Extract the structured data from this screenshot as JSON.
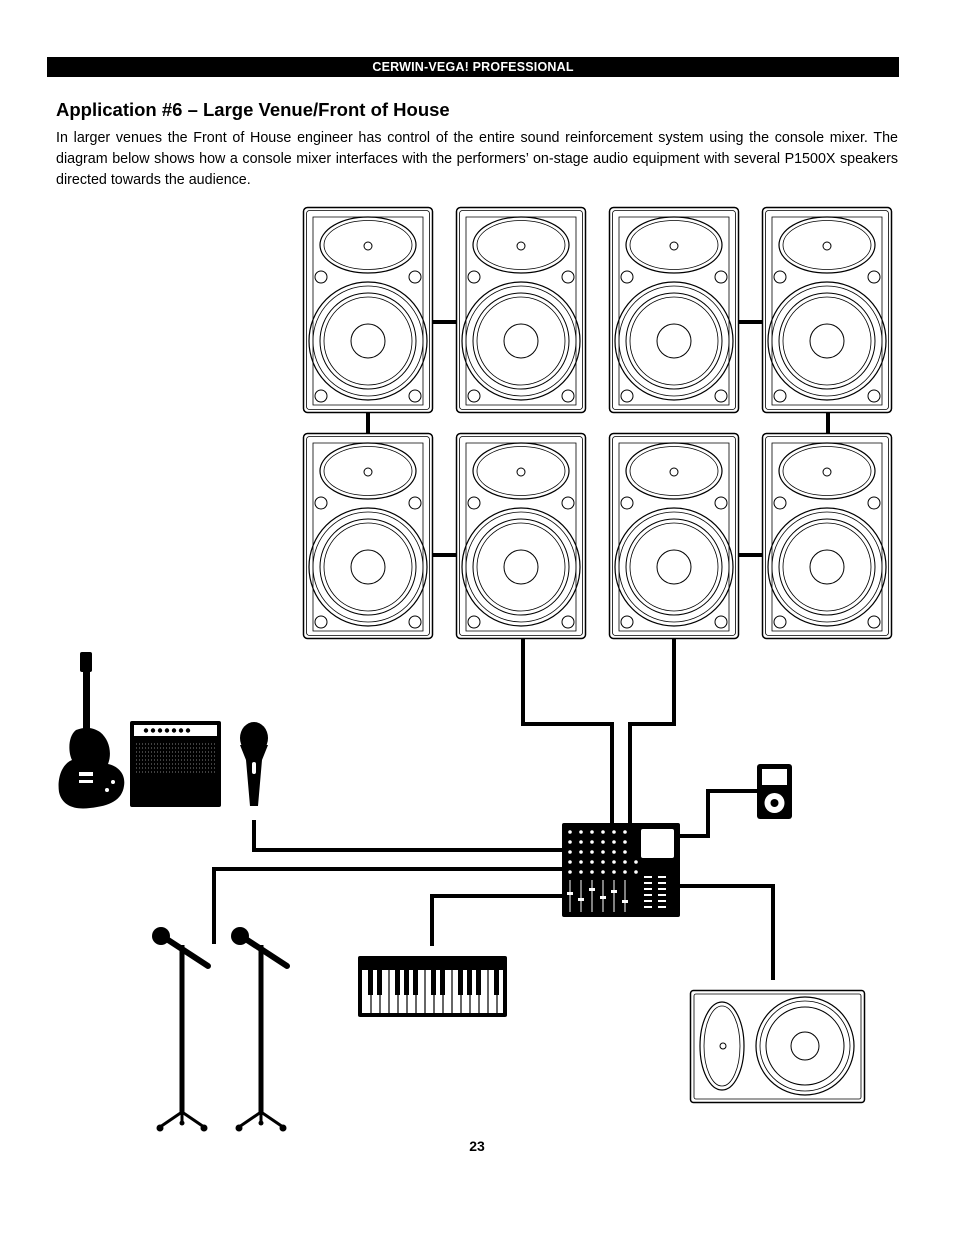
{
  "header": {
    "brand": "CERWIN-VEGA! PROFESSIONAL"
  },
  "section": {
    "title": "Application #6 – Large Venue/Front of House",
    "body": "In larger venues the Front of House engineer has control of the entire sound reinforcement system using the console mixer. The diagram below shows how a console mixer interfaces with the performers’ on-stage audio equipment with several P1500X speakers directed towards the audience."
  },
  "diagram": {
    "main_speakers": [
      "speaker",
      "speaker",
      "speaker",
      "speaker",
      "speaker",
      "speaker",
      "speaker",
      "speaker"
    ],
    "monitor": "floor-monitor-speaker",
    "devices": [
      "electric-guitar",
      "guitar-amplifier",
      "handheld-microphone",
      "mic-on-stand",
      "mic-on-stand",
      "keyboard",
      "console-mixer",
      "media-player"
    ]
  },
  "footer": {
    "page_number": "23"
  }
}
